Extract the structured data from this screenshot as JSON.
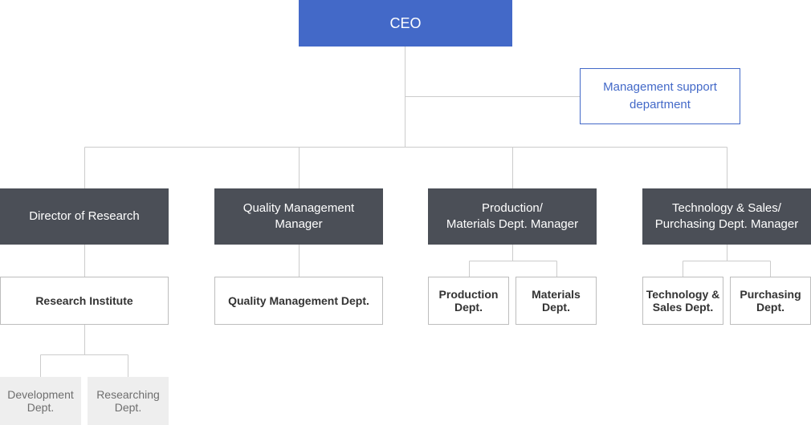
{
  "ceo": "CEO",
  "support": "Management support\ndepartment",
  "managers": {
    "research": "Director of Research",
    "quality": "Quality Management\nManager",
    "production": "Production/\nMaterials Dept. Manager",
    "technology": "Technology & Sales/\nPurchasing Dept. Manager"
  },
  "departments": {
    "research_institute": "Research Institute",
    "quality_management": "Quality Management Dept.",
    "production": "Production\nDept.",
    "materials": "Materials\nDept.",
    "technology_sales": "Technology &\nSales Dept.",
    "purchasing": "Purchasing\nDept."
  },
  "teams": {
    "development": "Development\nDept.",
    "researching": "Researching\nDept."
  },
  "colors": {
    "ceo": "#4369c8",
    "manager": "#4b4f57",
    "connector": "#cccccc",
    "team_background": "#eeeeee"
  }
}
